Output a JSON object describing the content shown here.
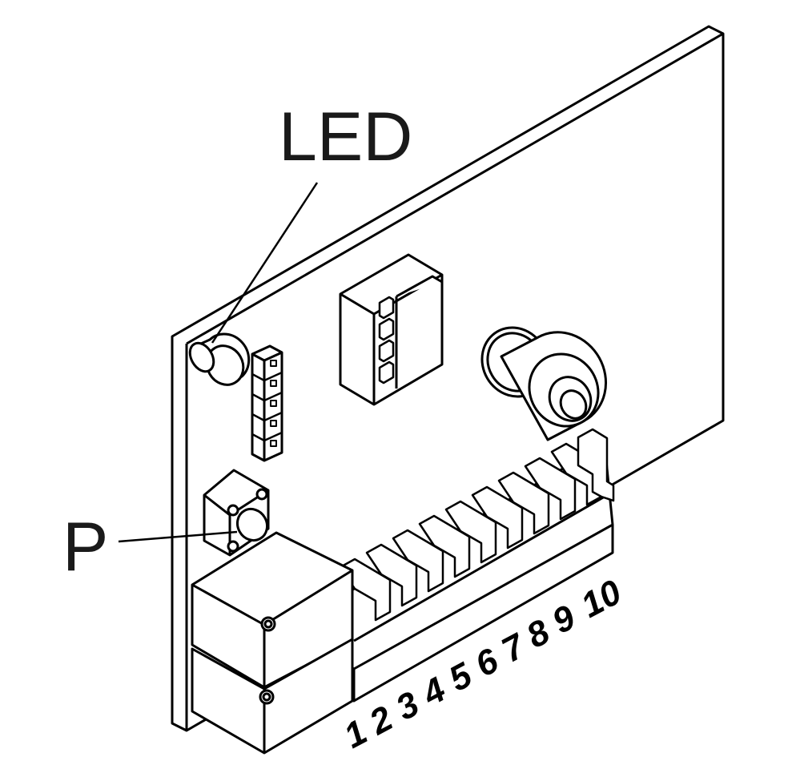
{
  "labels": {
    "led": "LED",
    "button": "P"
  },
  "terminals": [
    "1",
    "2",
    "3",
    "4",
    "5",
    "6",
    "7",
    "8",
    "9",
    "10"
  ],
  "colors": {
    "stroke": "#000000",
    "fill": "#ffffff",
    "text": "#1a1a1a"
  }
}
